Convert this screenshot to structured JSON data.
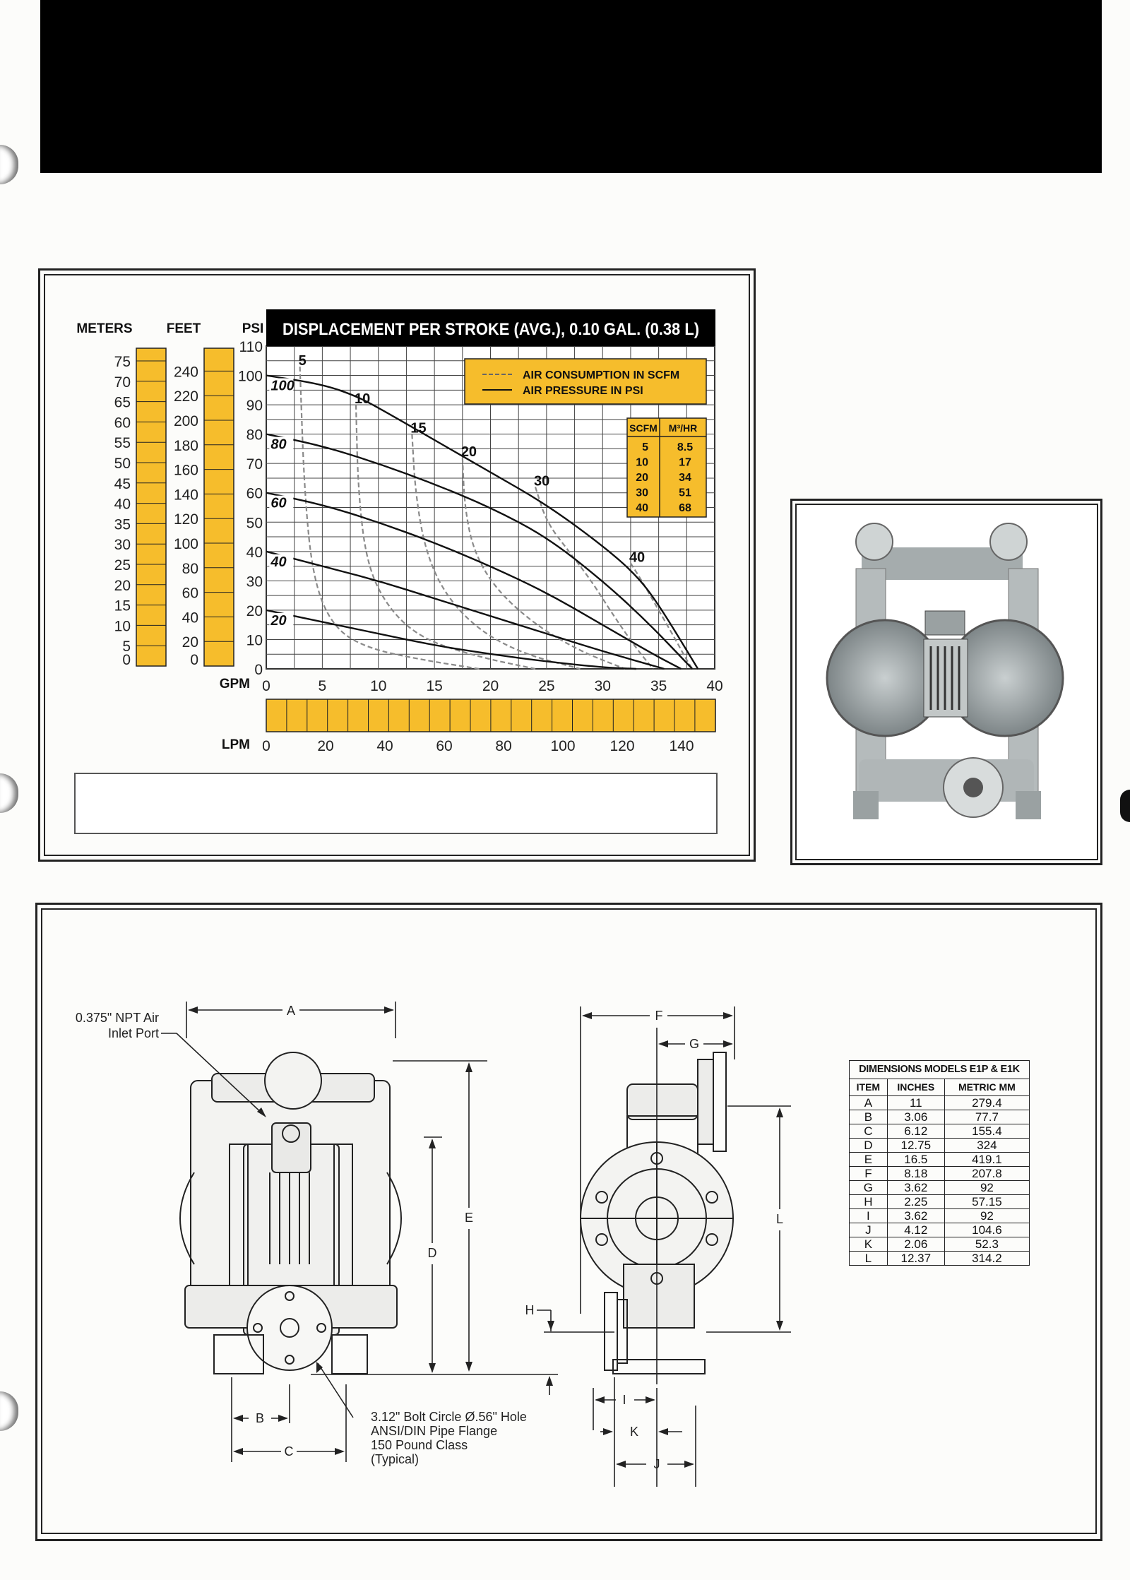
{
  "chart_data": {
    "type": "line",
    "title": "DISPLACEMENT PER STROKE (AVG.), 0.10 GAL. (0.38 L)",
    "xlabel": "GPM",
    "x2label": "LPM",
    "ylabel": "PSI",
    "ylabel_feet": "FEET",
    "ylabel_meters": "METERS",
    "xlim": [
      0,
      40
    ],
    "ylim": [
      0,
      110
    ],
    "x_ticks": [
      "0",
      "5",
      "10",
      "15",
      "20",
      "25",
      "30",
      "35",
      "40"
    ],
    "lpm_ticks": [
      "0",
      "20",
      "40",
      "60",
      "80",
      "100",
      "120",
      "140"
    ],
    "psi_ticks": [
      "110",
      "100",
      "90",
      "80",
      "70",
      "60",
      "50",
      "40",
      "30",
      "20",
      "10",
      "0"
    ],
    "feet_ticks": [
      "240",
      "220",
      "200",
      "180",
      "160",
      "140",
      "120",
      "100",
      "80",
      "60",
      "40",
      "20",
      "0"
    ],
    "meters_ticks": [
      "75",
      "70",
      "65",
      "60",
      "55",
      "50",
      "45",
      "40",
      "35",
      "30",
      "25",
      "20",
      "15",
      "10",
      "5",
      "0"
    ],
    "grid": true,
    "legend": {
      "position": "top-right",
      "dashed": "AIR CONSUMPTION IN SCFM",
      "solid": "AIR PRESSURE IN PSI"
    },
    "pressure_series": [
      {
        "name": "100",
        "x": [
          0,
          5,
          8,
          10,
          15,
          20,
          25,
          30,
          33,
          35,
          38.5
        ],
        "y": [
          100,
          97,
          93,
          89,
          78,
          67,
          56,
          42,
          32,
          22,
          0
        ]
      },
      {
        "name": "80",
        "x": [
          0,
          5,
          10,
          15,
          20,
          25,
          30,
          34,
          38
        ],
        "y": [
          80,
          76,
          70,
          63,
          55,
          45,
          30,
          16,
          0
        ]
      },
      {
        "name": "60",
        "x": [
          0,
          5,
          10,
          15,
          20,
          25,
          30,
          34.5,
          37
        ],
        "y": [
          60,
          56,
          50,
          43,
          35,
          26,
          15,
          5,
          0
        ]
      },
      {
        "name": "40",
        "x": [
          0,
          5,
          10,
          15,
          20,
          25,
          30,
          35.5
        ],
        "y": [
          40,
          35,
          30,
          24,
          18,
          12,
          6,
          0
        ]
      },
      {
        "name": "20",
        "x": [
          0,
          5,
          10,
          15,
          20,
          25,
          30,
          33
        ],
        "y": [
          20,
          16,
          12,
          8,
          5,
          2.5,
          0.5,
          0
        ]
      }
    ],
    "air_consumption_series": [
      {
        "name": "5",
        "x": [
          3,
          3.4,
          4.2,
          6,
          9,
          14,
          19
        ],
        "y": [
          103,
          60,
          30,
          14,
          7,
          3,
          0
        ]
      },
      {
        "name": "10",
        "x": [
          8,
          8.2,
          9,
          11,
          14,
          19,
          24
        ],
        "y": [
          90,
          60,
          35,
          20,
          10,
          4,
          0
        ]
      },
      {
        "name": "15",
        "x": [
          13,
          13.3,
          14.2,
          16,
          19,
          23,
          28
        ],
        "y": [
          80,
          60,
          40,
          25,
          13,
          5,
          0
        ]
      },
      {
        "name": "20",
        "x": [
          17.5,
          17.7,
          18.5,
          20.5,
          24,
          28,
          32
        ],
        "y": [
          72,
          55,
          40,
          27,
          15,
          6,
          0
        ]
      },
      {
        "name": "30",
        "x": [
          24,
          25,
          27,
          29,
          31,
          33,
          34.5
        ],
        "y": [
          62,
          50,
          40,
          30,
          18,
          7,
          0
        ]
      },
      {
        "name": "40",
        "x": [
          32.5,
          33.5,
          35,
          36.5,
          37.5,
          38
        ],
        "y": [
          36,
          30,
          20,
          10,
          3,
          0
        ]
      }
    ],
    "pressure_labels": [
      "100",
      "80",
      "60",
      "40",
      "20"
    ],
    "scfm_labels": [
      "5",
      "10",
      "15",
      "20",
      "30",
      "40"
    ],
    "scfm_table": {
      "headers": [
        "SCFM",
        "M³/HR"
      ],
      "rows": [
        [
          "5",
          "8.5"
        ],
        [
          "10",
          "17"
        ],
        [
          "20",
          "34"
        ],
        [
          "30",
          "51"
        ],
        [
          "40",
          "68"
        ]
      ]
    }
  },
  "dimensions_table": {
    "title": "DIMENSIONS MODELS E1P & E1K",
    "headers": [
      "ITEM",
      "INCHES",
      "METRIC MM"
    ],
    "rows": [
      [
        "A",
        "11",
        "279.4"
      ],
      [
        "B",
        "3.06",
        "77.7"
      ],
      [
        "C",
        "6.12",
        "155.4"
      ],
      [
        "D",
        "12.75",
        "324"
      ],
      [
        "E",
        "16.5",
        "419.1"
      ],
      [
        "F",
        "8.18",
        "207.8"
      ],
      [
        "G",
        "3.62",
        "92"
      ],
      [
        "H",
        "2.25",
        "57.15"
      ],
      [
        "I",
        "3.62",
        "92"
      ],
      [
        "J",
        "4.12",
        "104.6"
      ],
      [
        "K",
        "2.06",
        "52.3"
      ],
      [
        "L",
        "12.37",
        "314.2"
      ]
    ]
  },
  "drawing": {
    "air_inlet_label": [
      "0.375\" NPT Air",
      "Inlet Port"
    ],
    "flange_note": [
      "3.12\" Bolt Circle Ø.56\" Hole",
      "ANSI/DIN Pipe Flange",
      "150 Pound Class",
      "(Typical)"
    ],
    "dimension_letters": {
      "A": "A",
      "B": "B",
      "C": "C",
      "D": "D",
      "E": "E",
      "F": "F",
      "G": "G",
      "H": "H",
      "I": "I",
      "J": "J",
      "K": "K",
      "L": "L"
    }
  },
  "colors": {
    "accent_yellow": "#f6bd2c",
    "ink": "#111111",
    "dashed_curve": "#8a8a8a"
  },
  "icons": {
    "pump_photo": "pump-photo-icon",
    "binder_hole": "binder-hole-icon"
  }
}
